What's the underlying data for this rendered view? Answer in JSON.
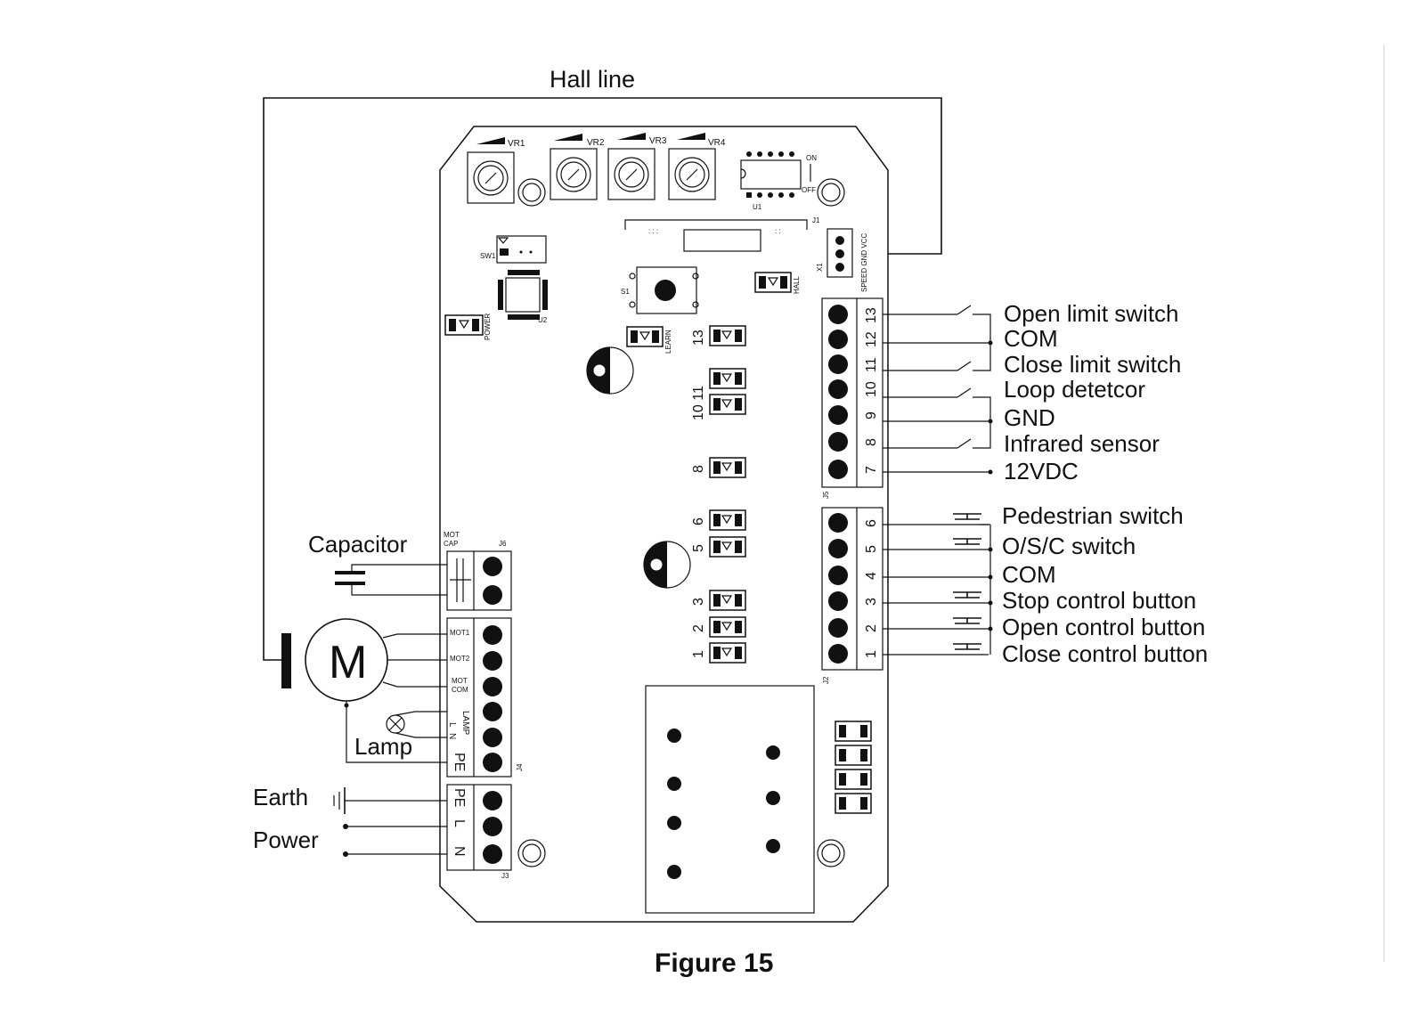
{
  "labels": {
    "hall_line": "Hall line",
    "capacitor": "Capacitor",
    "motor": "M",
    "lamp": "Lamp",
    "earth": "Earth",
    "power": "Power",
    "figure_caption": "Figure 15"
  },
  "upper_terminal_labels": [
    "Open limit switch",
    "COM",
    "Close limit switch",
    "Loop detetcor",
    "GND",
    "Infrared sensor",
    "12VDC"
  ],
  "lower_terminal_labels": [
    "Pedestrian switch",
    "O/S/C switch",
    "COM",
    "Stop control button",
    "Open control button",
    "Close control button"
  ],
  "j5_pins": [
    "13",
    "12",
    "11",
    "10",
    "9",
    "8",
    "7"
  ],
  "j2_pins": [
    "6",
    "5",
    "4",
    "3",
    "2",
    "1"
  ],
  "board_text": {
    "vr": [
      "VR1",
      "VR2",
      "VR3",
      "VR4"
    ],
    "on": "ON",
    "off": "OFF",
    "u1": "U1",
    "u2": "U2",
    "j1": "J1",
    "sw1": "SW1",
    "s1": "S1",
    "power": "POWER",
    "learn": "LEARN",
    "hall": "HALL",
    "x1": "X1",
    "speed_gnd_vcc": "SPEED GND VCC",
    "mot_cap": [
      "MOT",
      "CAP"
    ],
    "j6": "J6",
    "j5": "J5",
    "j2": "J2",
    "j4": "J4",
    "j3": "J3",
    "mot1": "MOT1",
    "mot2": "MOT2",
    "mot_com": [
      "MOT",
      "COM"
    ],
    "lamp": "LAMP",
    "l": "L",
    "n": "N",
    "pe": "PE"
  },
  "led_numbers": [
    "13",
    "10 11",
    "8",
    "6",
    "5",
    "3",
    "2",
    "1"
  ]
}
